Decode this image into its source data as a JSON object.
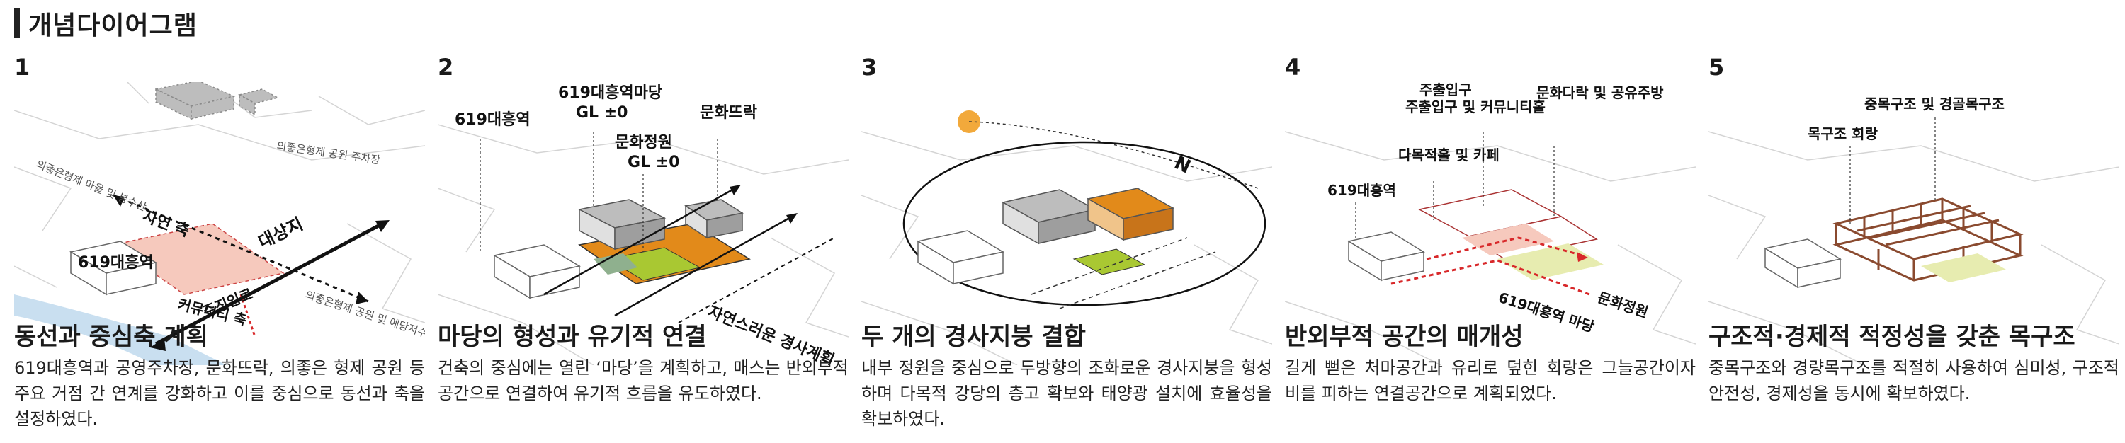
{
  "title": "개념다이어그램",
  "panels": [
    {
      "number": "1",
      "heading": "동선과 중심축 계획",
      "body": "619대흥역과 공영주차장, 문화뜨락, 의좋은 형제 공원 등 주요 거점 간 연계를 강화하고 이를 중심으로 동선과 축을 설정하였다.",
      "labels": {
        "nature_axis": "자연 축",
        "site": "대상지",
        "station": "619대흥역",
        "community_axis": "커뮤니티 축",
        "main_entrance": "주진입로",
        "village": "의좋은형제 마을 및 봉수산",
        "park_parking": "의좋은형제 공원 주차장",
        "park_reservoir": "의좋은형제 공원 및 예당저수지"
      }
    },
    {
      "number": "2",
      "heading": "마당의 형성과 유기적 연결",
      "body": "건축의 중심에는 열린 ‘마당’을 계획하고, 매스는 반외부적 공간으로 연결하여 유기적 흐름을 유도하였다.",
      "labels": {
        "station": "619대흥역",
        "station_yard": "619대흥역마당",
        "station_yard_gl": "GL ±0",
        "culture_yard": "문화뜨락",
        "culture_garden": "문화정원",
        "culture_garden_gl": "GL ±0",
        "slope": "자연스러운 경사계획"
      }
    },
    {
      "number": "3",
      "heading": "두 개의 경사지붕 결합",
      "body": "내부 정원을 중심으로 두방향의 조화로운 경사지붕을 형성하며 다목적 강당의 층고 확보와 태양광 설치에 효율성을 확보하였다.",
      "labels": {
        "north": "N"
      }
    },
    {
      "number": "4",
      "heading": "반외부적 공간의 매개성",
      "body": "길게 뻗은 처마공간과 유리로 덮힌 회랑은 그늘공간이자 비를 피하는 연결공간으로 계획되었다.",
      "labels": {
        "main_entry": "주출입구 및 커뮤니티홀",
        "culture_attic": "문화다락 및 공유주방",
        "multipurpose": "다목적홀 및 카페",
        "station": "619대흥역",
        "culture_garden": "문화정원",
        "station_yard": "619대흥역 마당"
      }
    },
    {
      "number": "5",
      "heading": "구조적·경제적 적정성을 갖춘 목구조",
      "body": "중목구조와 경량목구조를 적절히 사용하여 심미성, 구조적 안전성, 경제성을 동시에 확보하였다.",
      "labels": {
        "heavy_light": "중목구조 및 경골목구조",
        "wood_corridor": "목구조 회랑"
      }
    }
  ],
  "colors": {
    "site_fill": "#f6c9bd",
    "orange": "#e28a1a",
    "green": "#a9c832",
    "sun": "#f2a93b",
    "water": "#c9dff0",
    "red": "#d8282a",
    "brown": "#8a4a2f"
  }
}
